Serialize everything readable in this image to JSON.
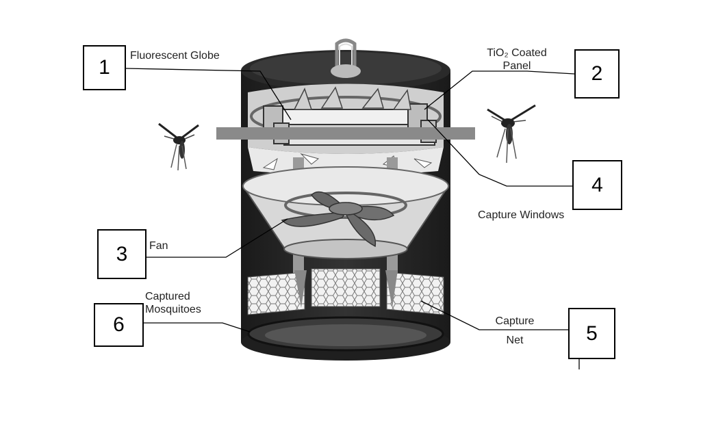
{
  "callouts": {
    "c1": {
      "number": "1",
      "label": "Fluorescent Globe"
    },
    "c2": {
      "number": "2",
      "label_line1": "TiO₂ Coated",
      "label_line2": "Panel"
    },
    "c3": {
      "number": "3",
      "label": "Fan"
    },
    "c4": {
      "number": "4",
      "label": "Capture Windows"
    },
    "c5": {
      "number": "5",
      "label_line1": "Capture",
      "label_line2": "Net"
    },
    "c6": {
      "number": "6",
      "label_line1": "Captured",
      "label_line2": "Mosquitoes"
    }
  },
  "colors": {
    "trap_body": "#262626",
    "interior_light": "#d9d9d9",
    "net": "#e6e6e6",
    "line": "#000000"
  },
  "icons": [
    "mosquito-icon",
    "handle-icon"
  ]
}
